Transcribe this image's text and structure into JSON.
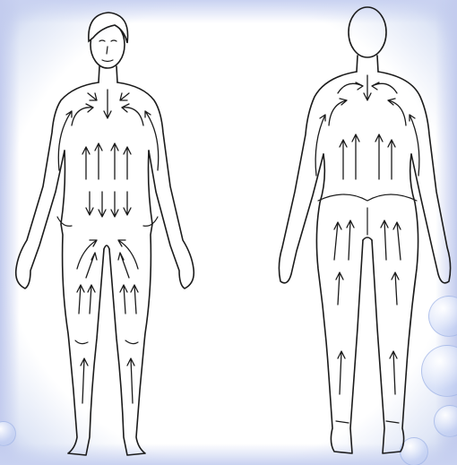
{
  "figures": [
    {
      "id": "front",
      "label": "front-view-figure"
    },
    {
      "id": "back",
      "label": "back-view-figure"
    }
  ],
  "colors": {
    "line": "#1b1b1b",
    "border_glow": "#b7c3ea",
    "background": "#ffffff"
  },
  "arrow_direction": "upward-toward-lymph-nodes"
}
